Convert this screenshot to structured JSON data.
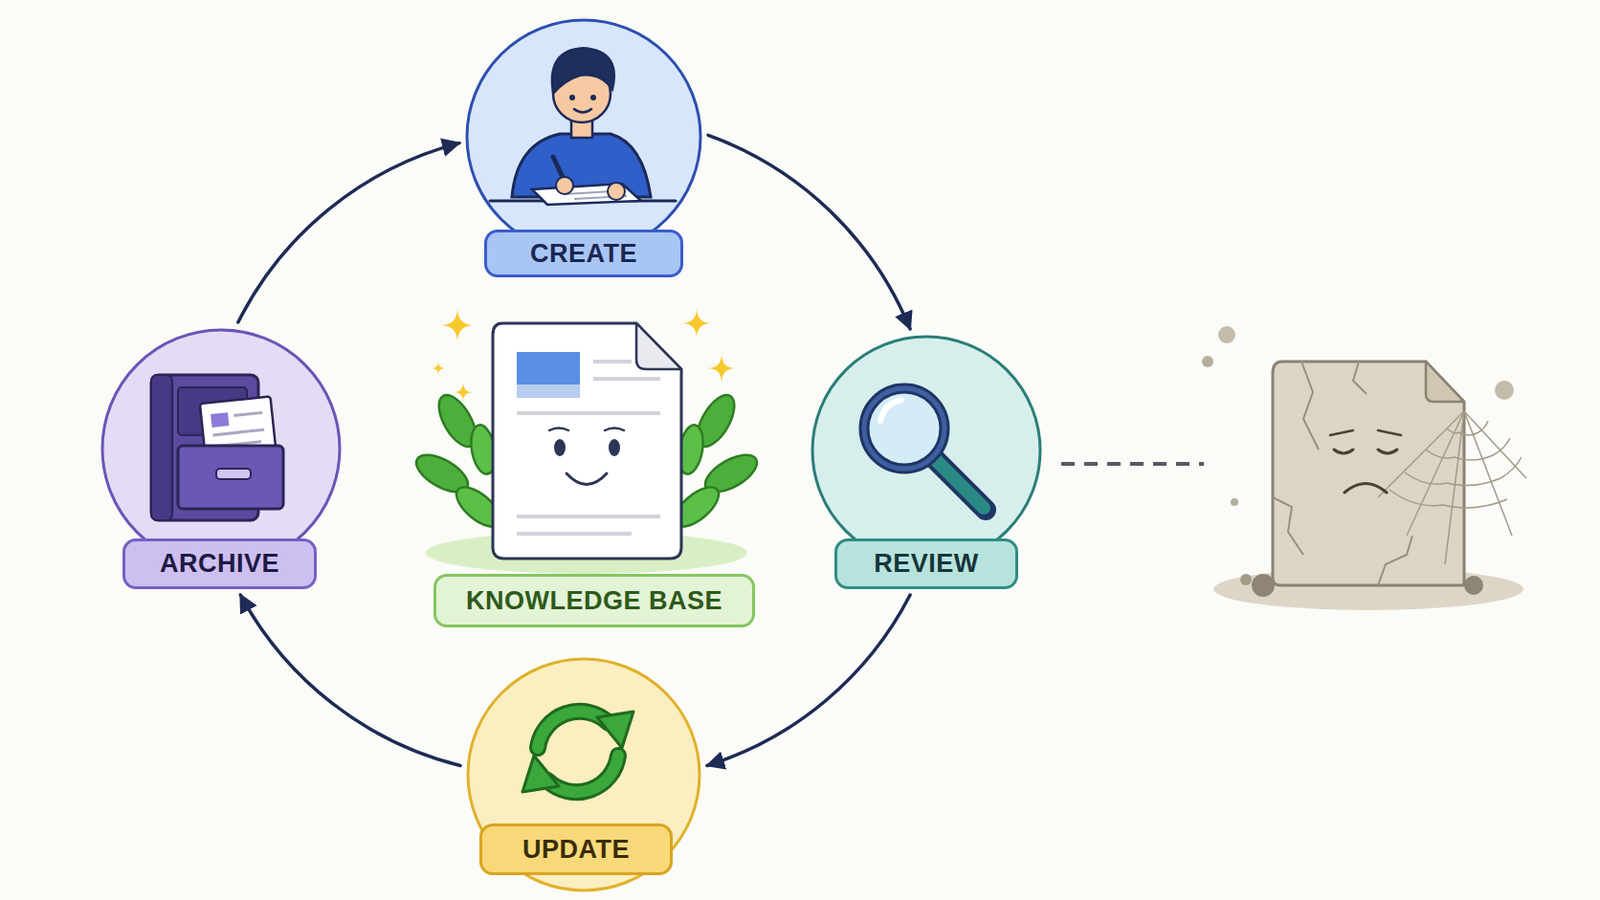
{
  "diagram": {
    "nodes": [
      {
        "text": [
          "CREATE"
        ]
      },
      {
        "text": [
          "ARCHIVE"
        ]
      },
      {
        "text": [
          "KNOWLEDGE BASE"
        ]
      },
      {
        "text": [
          "REVIEW"
        ]
      },
      {
        "text": [
          "UPDATE"
        ]
      }
    ],
    "edges": [
      {
        "from": 0,
        "to": 3,
        "arrow": "to"
      },
      {
        "from": 3,
        "to": 4,
        "arrow": "to"
      },
      {
        "from": 4,
        "to": 1,
        "arrow": "to"
      },
      {
        "from": 1,
        "to": 0,
        "arrow": "to"
      }
    ]
  }
}
